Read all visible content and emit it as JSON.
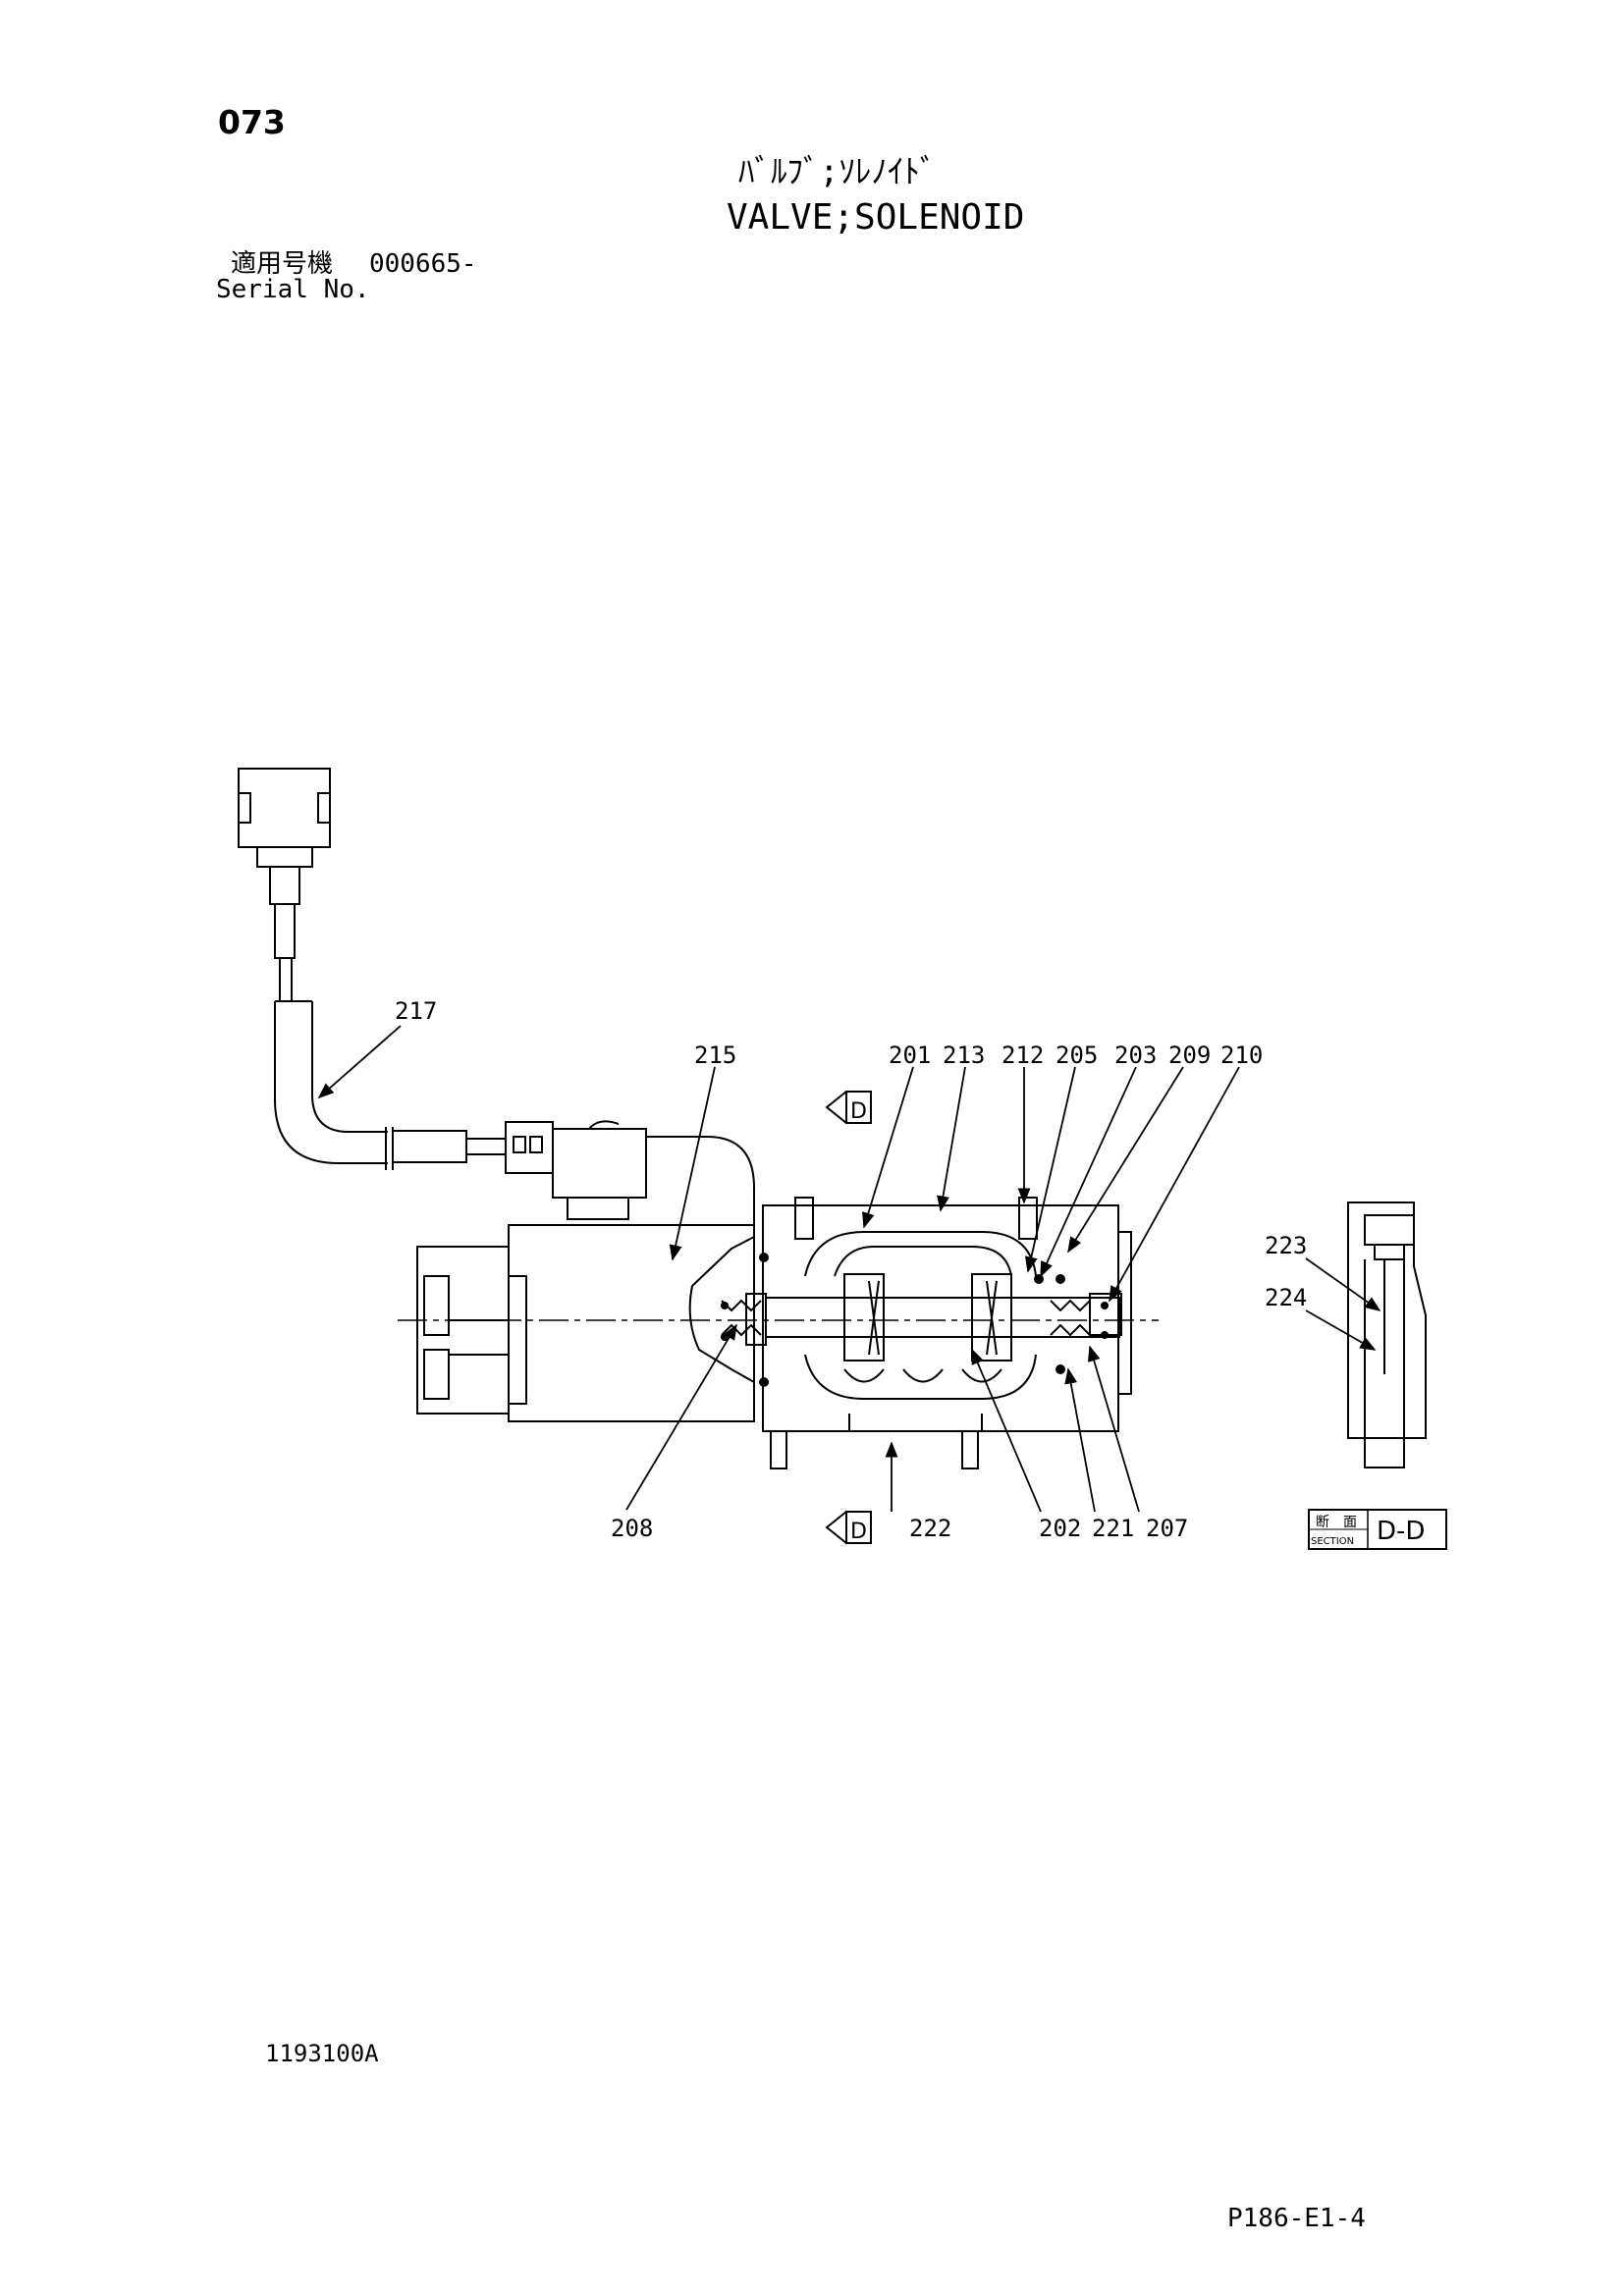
{
  "header": {
    "page_number": "073",
    "title_jp": "ﾊﾞﾙﾌﾞ;ｿﾚﾉｲﾄﾞ",
    "title_en": "VALVE;SOLENOID",
    "serial_label_jp": "適用号機",
    "serial_value": "000665-",
    "serial_label_en": "Serial No."
  },
  "callouts": {
    "c217": "217",
    "c215": "215",
    "c201": "201",
    "c213": "213",
    "c212": "212",
    "c205": "205",
    "c203": "203",
    "c209": "209",
    "c210": "210",
    "c223": "223",
    "c224": "224",
    "c208": "208",
    "c222": "222",
    "c202": "202",
    "c221": "221",
    "c207": "207"
  },
  "section_markers": {
    "letter": "D",
    "label_jp_1": "断",
    "label_jp_2": "面",
    "label_en": "SECTION",
    "view": "D-D"
  },
  "footer": {
    "drawing_number": "1193100A",
    "page_ref": "P186-E1-4"
  }
}
